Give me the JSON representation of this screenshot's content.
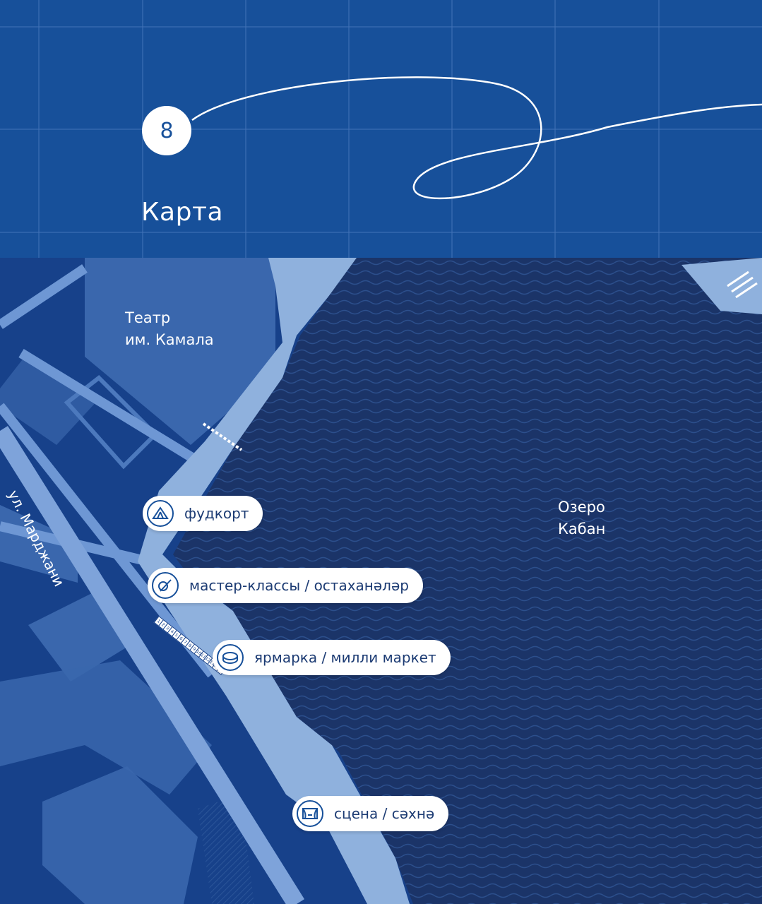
{
  "header": {
    "page_number": "8",
    "title": "Карта"
  },
  "map": {
    "theatre_label_line1": "Театр",
    "theatre_label_line2": "им. Камала",
    "lake_label_line1": "Озеро",
    "lake_label_line2": "Кабан",
    "street_label": "ул. Марджани"
  },
  "legend": [
    {
      "label": "фудкорт",
      "icon": "tent-icon"
    },
    {
      "label": "мастер-классы / остаханәләр",
      "icon": "craft-icon"
    },
    {
      "label": "ярмарка / милли маркет",
      "icon": "coin-icon"
    },
    {
      "label": "сцена / сәхнә",
      "icon": "stage-icon"
    }
  ],
  "stalls": [
    "1",
    "2",
    "3",
    "4",
    "5",
    "6",
    "7",
    "8",
    "9",
    "10",
    "11",
    "12",
    "13",
    "14",
    "15"
  ],
  "colors": {
    "header_bg": "#17509a",
    "map_land": "#17418a",
    "lake": "#1b3468",
    "embankment": "#8fb1dd",
    "block": "#3a67ad",
    "pill_bg": "#ffffff",
    "pill_text": "#1c3b73"
  }
}
